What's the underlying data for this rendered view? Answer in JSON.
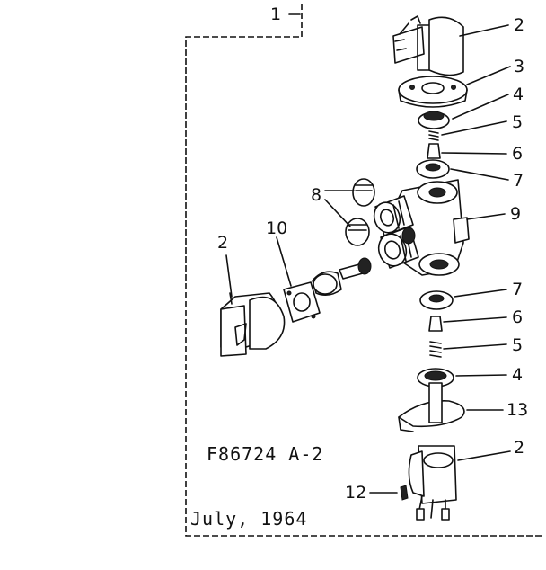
{
  "diagram": {
    "drawing_code": "F86724 A-2",
    "date": "July, 1964",
    "callouts": {
      "c1": "1",
      "c2_top": "2",
      "c3": "3",
      "c4_top": "4",
      "c5_top": "5",
      "c6_top": "6",
      "c7_top": "7",
      "c8": "8",
      "c9": "9",
      "c2_left": "2",
      "c10": "10",
      "c7_bottom": "7",
      "c6_bottom": "6",
      "c5_bottom": "5",
      "c4_bottom": "4",
      "c13": "13",
      "c2_bottom": "2",
      "c12": "12"
    }
  }
}
